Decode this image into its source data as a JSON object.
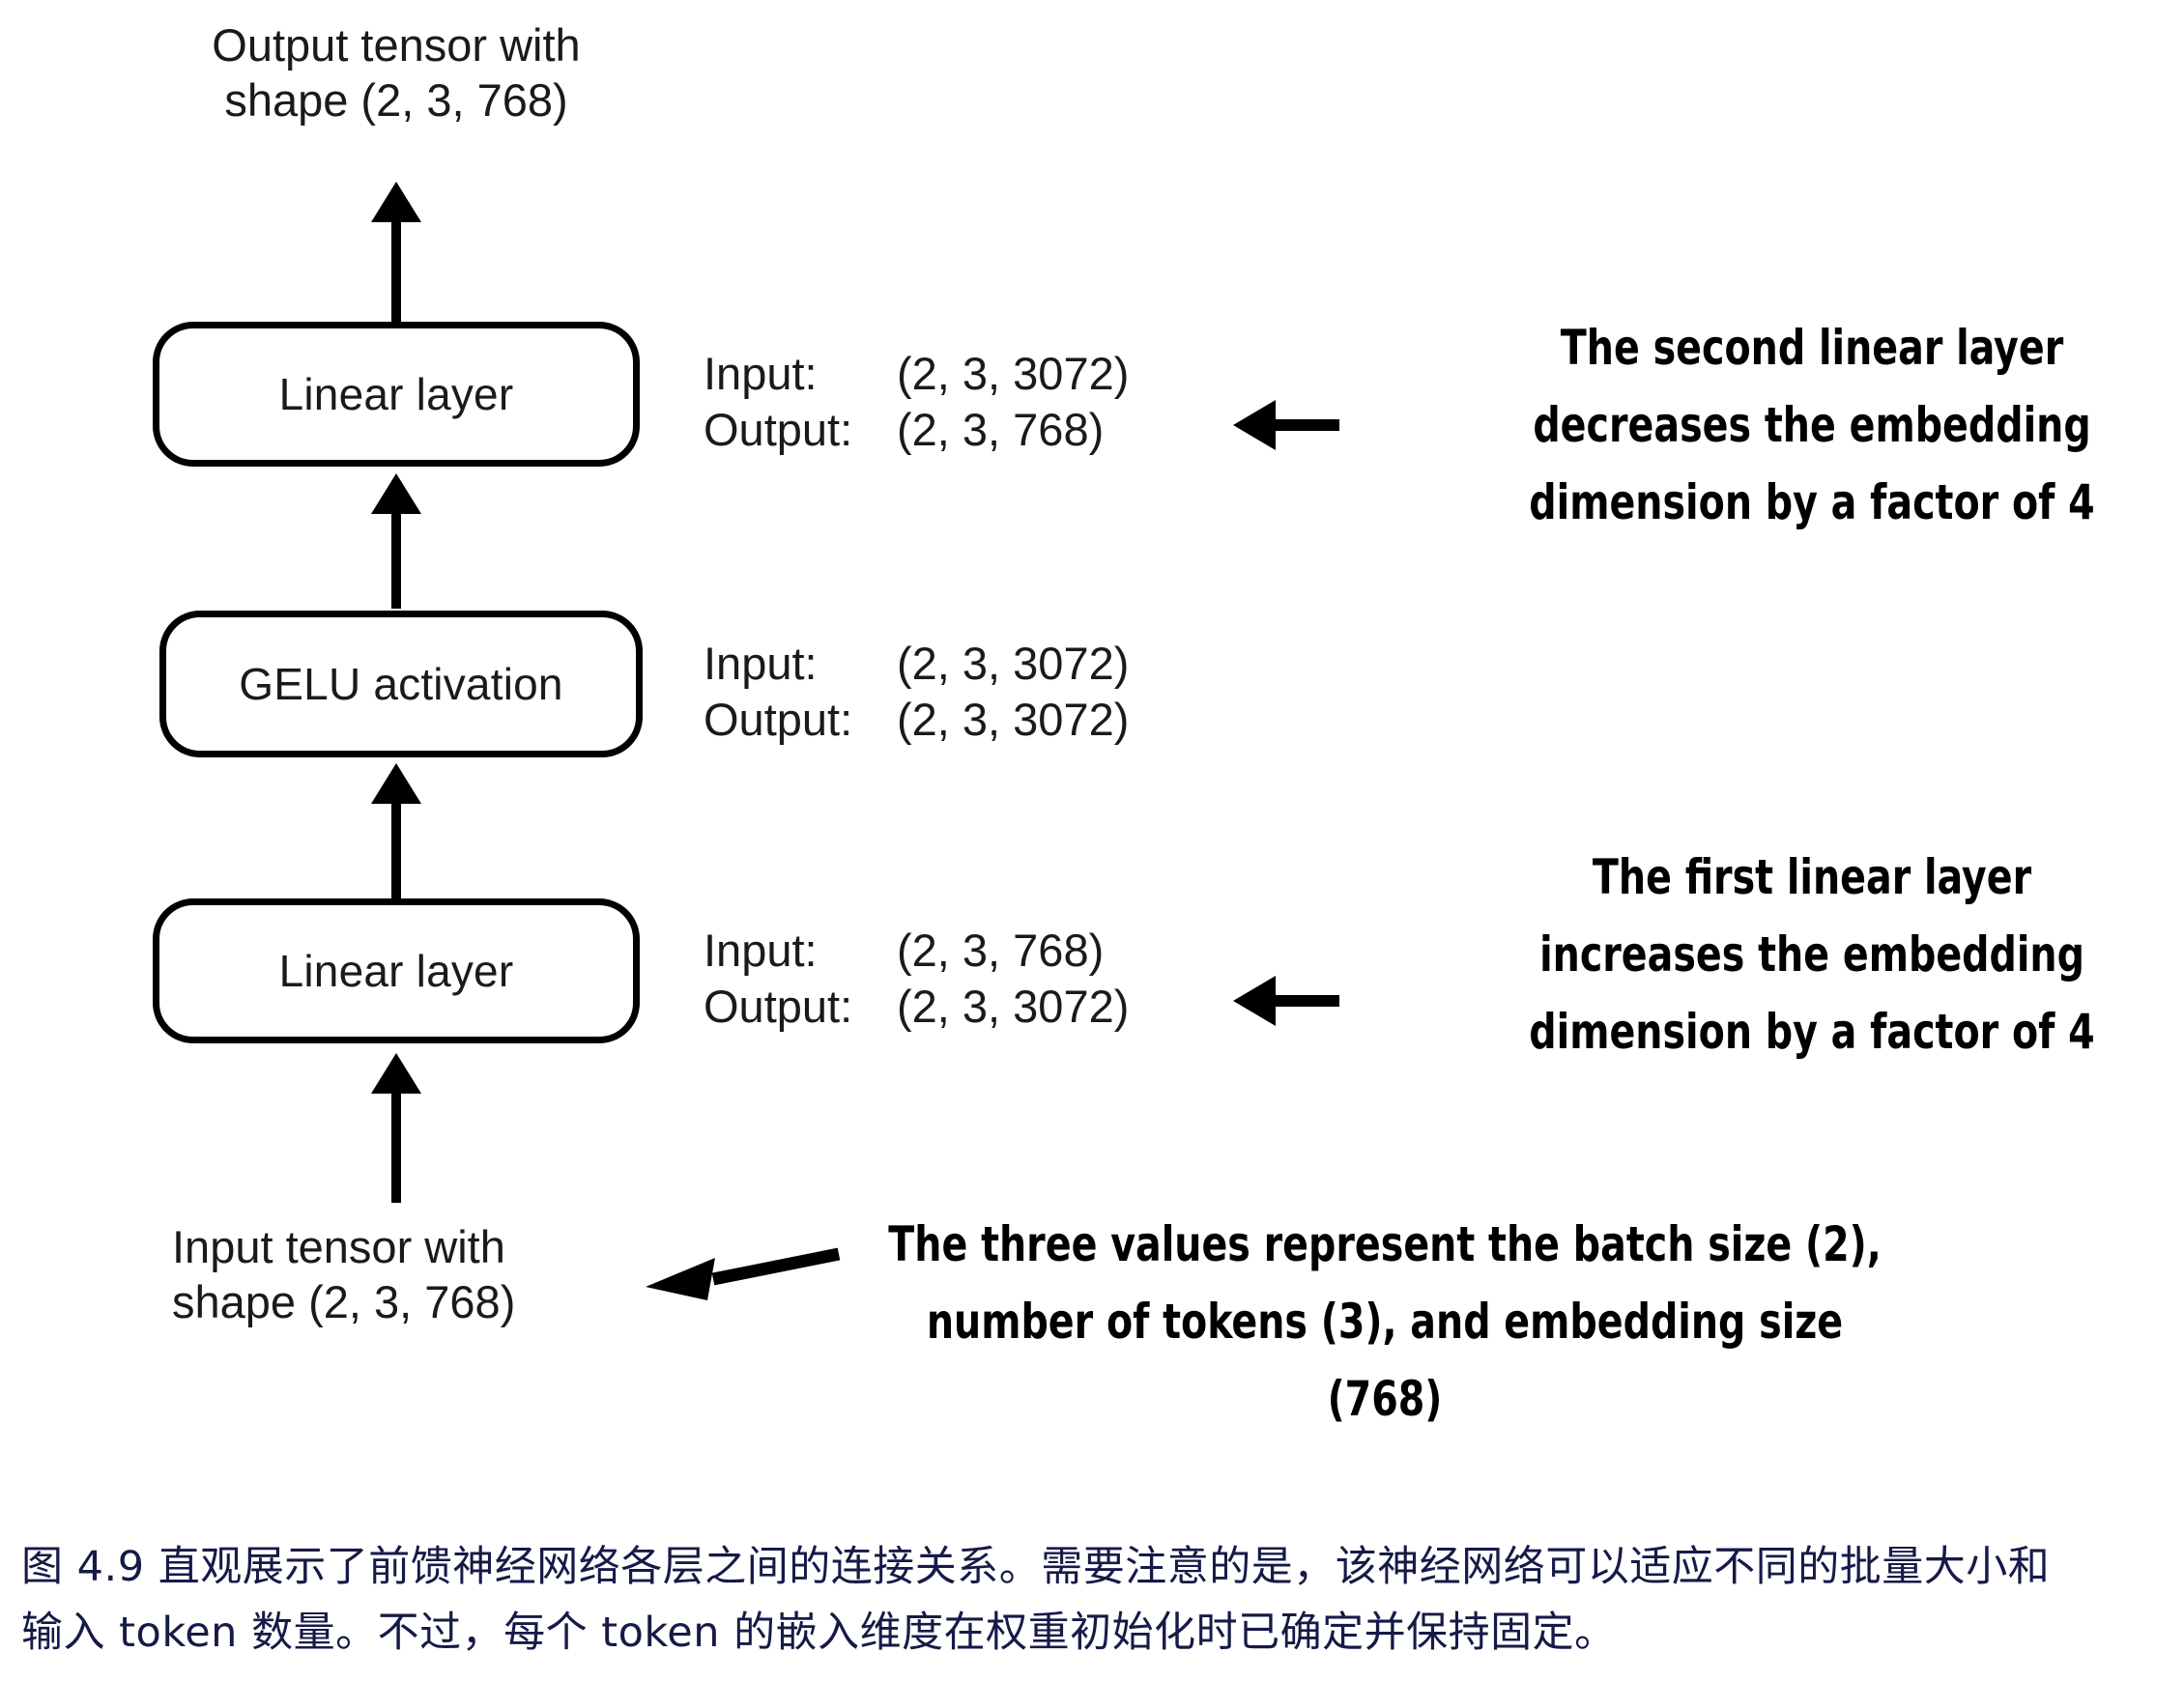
{
  "figure": {
    "output_tensor_label": "Output tensor with\nshape (2, 3, 768)",
    "input_tensor_label": "Input tensor with\nshape (2, 3, 768)",
    "nodes": [
      {
        "id": "linear-2",
        "label": "Linear layer"
      },
      {
        "id": "gelu",
        "label": "GELU activation"
      },
      {
        "id": "linear-1",
        "label": "Linear layer"
      }
    ],
    "io_blocks": [
      {
        "for": "linear-2",
        "input_key": "Input:",
        "input_value": "(2, 3, 3072)",
        "output_key": "Output:",
        "output_value": "(2, 3, 768)"
      },
      {
        "for": "gelu",
        "input_key": "Input:",
        "input_value": "(2, 3, 3072)",
        "output_key": "Output:",
        "output_value": "(2, 3, 3072)"
      },
      {
        "for": "linear-1",
        "input_key": "Input:",
        "input_value": "(2, 3, 768)",
        "output_key": "Output:",
        "output_value": "(2, 3, 3072)"
      }
    ],
    "callouts": [
      {
        "id": "second-linear-note",
        "lines": [
          "The second linear layer",
          "decreases the embedding",
          "dimension by a factor of 4"
        ]
      },
      {
        "id": "first-linear-note",
        "lines": [
          "The first linear layer",
          "increases the embedding",
          "dimension by a factor of 4"
        ]
      },
      {
        "id": "three-values-note",
        "lines": [
          "The three values represent the batch size (2),",
          "number of tokens (3), and embedding size",
          "(768)"
        ]
      }
    ],
    "colors": {
      "stroke": "#000000",
      "text": "#1a1a1a",
      "caption": "#161a47",
      "background": "#ffffff"
    }
  },
  "caption": {
    "line1": "图 4.9 直观展示了前馈神经网络各层之间的连接关系。需要注意的是，该神经网络可以适应不同的批量大小和",
    "line2": "输入 token 数量。不过，每个 token 的嵌入维度在权重初始化时已确定并保持固定。"
  }
}
